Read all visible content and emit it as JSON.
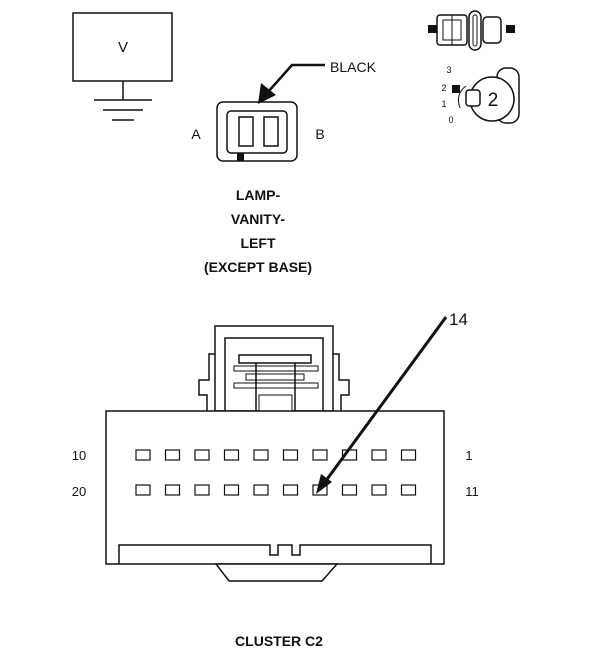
{
  "voltmeter": {
    "symbol": "V"
  },
  "lamp_connector": {
    "wire_color": "BLACK",
    "pin_left": "A",
    "pin_right": "B",
    "title_lines": [
      "LAMP-",
      "VANITY-",
      "LEFT",
      "(EXCEPT BASE)"
    ]
  },
  "ignition_key": {
    "positions": [
      "3",
      "2",
      "1",
      "0"
    ],
    "selected": "2"
  },
  "cluster_connector": {
    "callout_pin": "14",
    "row1_left": "10",
    "row1_right": "1",
    "row2_left": "20",
    "row2_right": "11",
    "title": "CLUSTER C2"
  }
}
